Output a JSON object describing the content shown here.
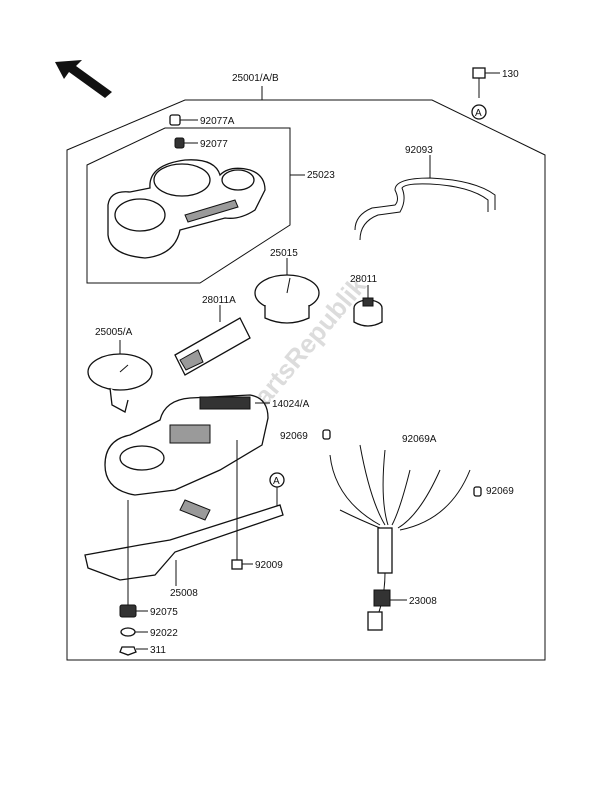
{
  "watermark": "PartsRepublik",
  "callouts": {
    "assembly": "25001/A/B",
    "bolt_130": "130",
    "ref_a_top": "A",
    "cap_92077a": "92077A",
    "cap_92077": "92077",
    "housing_25023": "25023",
    "bracket_92093": "92093",
    "tacho_25015": "25015",
    "socket_28011": "28011",
    "socket_28011a": "28011A",
    "speedo_25005a": "25005/A",
    "case_14024a": "14024/A",
    "grommet_92069": "92069",
    "grommet_92069a": "92069A",
    "grommet_92069_right": "92069",
    "ref_a_mid": "A",
    "screw_92009": "92009",
    "bracket_25008": "25008",
    "damper_92075": "92075",
    "washer_92022": "92022",
    "nut_311": "311",
    "harness_23008": "23008"
  }
}
